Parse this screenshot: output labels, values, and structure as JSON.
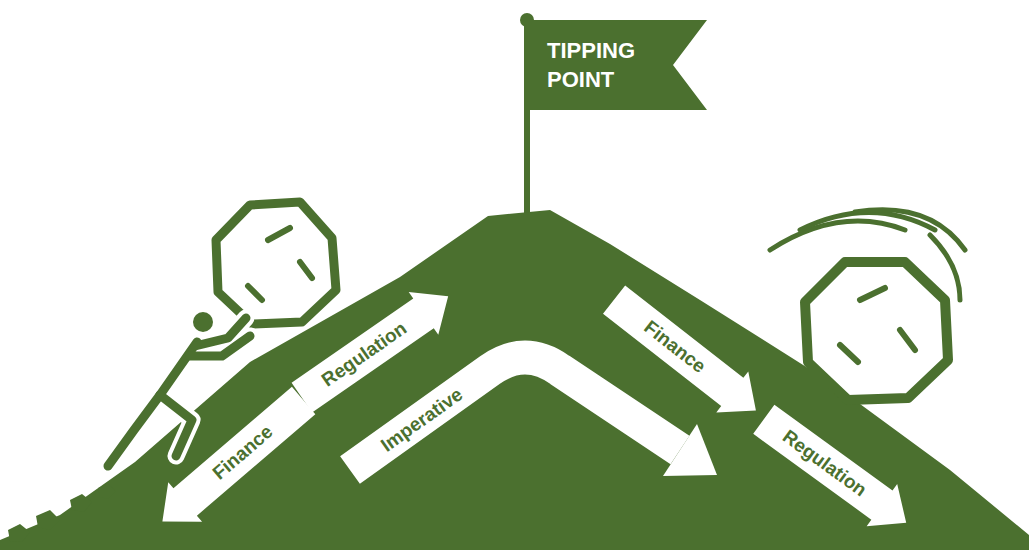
{
  "diagram": {
    "nodes": [
      {
        "text": [
          "TIPPING POINT"
        ]
      },
      {
        "text": [
          "Regulation"
        ]
      },
      {
        "text": [
          "Finance"
        ]
      },
      {
        "text": [
          "Imperative"
        ]
      },
      {
        "text": [
          "Finance"
        ]
      },
      {
        "text": [
          "Regulation"
        ]
      }
    ]
  }
}
